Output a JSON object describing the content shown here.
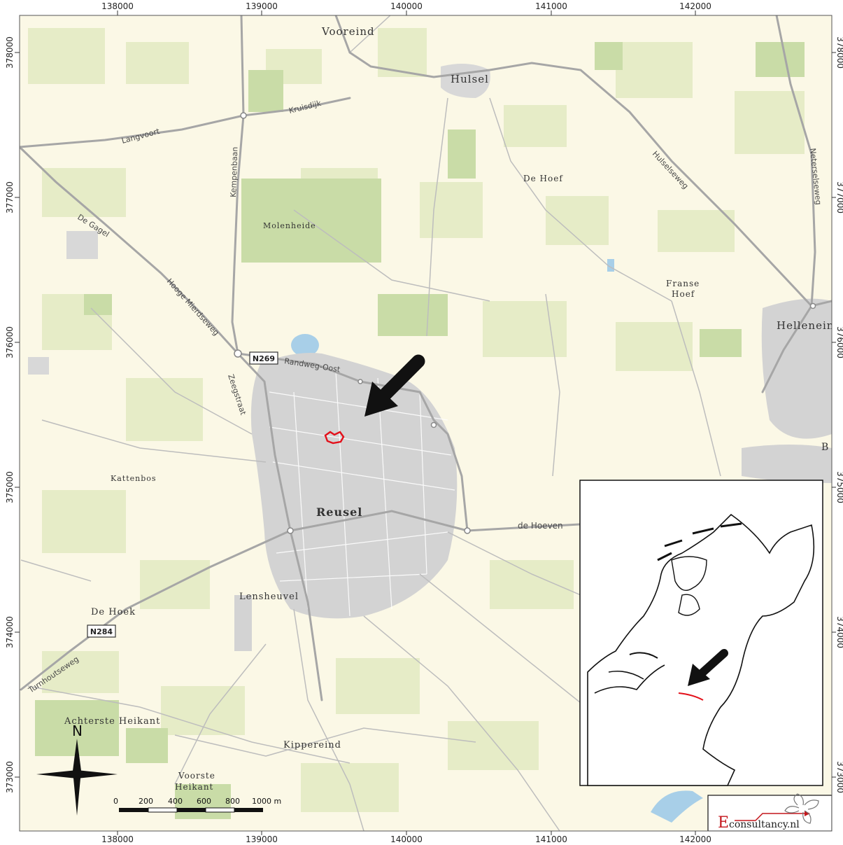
{
  "grid": {
    "x_ticks": [
      "138000",
      "139000",
      "140000",
      "141000",
      "142000"
    ],
    "y_ticks": [
      "378000",
      "377000",
      "376000",
      "375000",
      "374000",
      "373000"
    ]
  },
  "places": {
    "vooreind": "Vooreind",
    "hulsel": "Hulsel",
    "de_hoef": "De Hoef",
    "molenheide": "Molenheide",
    "franse": "Franse",
    "hoef": "Hoef",
    "helleneind": "Helleneind",
    "kattenbos": "Kattenbos",
    "reusel": "Reusel",
    "lensheuvel": "Lensheuvel",
    "de_hoek": "De Hoek",
    "achterste_heikant": "Achterste Heikant",
    "kippereind": "Kippereind",
    "voorste": "Voorste",
    "heikant": "Heikant",
    "b": "B"
  },
  "roads": {
    "kruisdijk": "Kruisdijk",
    "langvoort": "Langvoort",
    "kempenbaan": "Kempenbaan",
    "de_gagel": "De Gagel",
    "hoogemierdseweg": "Hooge Mierdseweg",
    "zeegstraat": "Zeegstraat",
    "randweg_oost": "Randweg-Oost",
    "hulselseweg": "Hulselseweg",
    "netersel": "Neterselseweg",
    "de_hoeven": "de Hoeven",
    "turnhoutseweg": "Turnhoutseweg",
    "n269": "N269",
    "n284": "N284"
  },
  "north": "N",
  "scalebar": {
    "labels": [
      "0",
      "200",
      "400",
      "600",
      "800",
      "1000 m"
    ]
  },
  "logo": {
    "initial": "E",
    "rest": "consultancy.nl"
  },
  "colors": {
    "land": "#fbf8e6",
    "field": "#e6ecc7",
    "forest": "#c9dca7",
    "urban": "#d3d3d3",
    "water": "#a8cfe8",
    "road": "#a6a6a6",
    "site": "#e3101a"
  }
}
